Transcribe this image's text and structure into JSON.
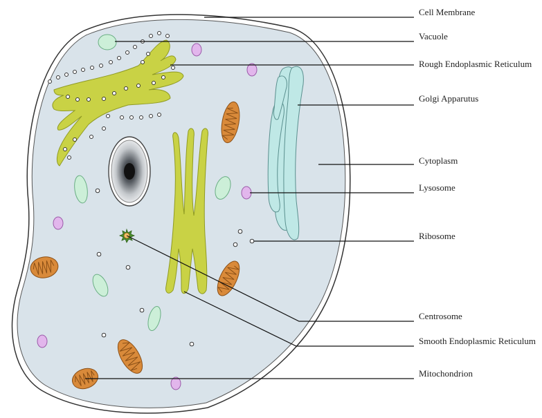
{
  "labels": {
    "cell_membrane": "Cell Membrane",
    "vacuole": "Vacuole",
    "rough_er": "Rough Endoplasmic Reticulum",
    "golgi": "Golgi Apparutus",
    "cytoplasm": "Cytoplasm",
    "lysosome": "Lysosome",
    "ribosome": "Ribosome",
    "centrosome": "Centrosome",
    "smooth_er": "Smooth Endoplasmic Reticulum",
    "mitochondrion": "Mitochondrion"
  },
  "colors": {
    "cytoplasm": "#d9e3ea",
    "membrane": "#333333",
    "er": "#c9d245",
    "er_outline": "#8f9a22",
    "vacuole": "#ccefd8",
    "lysosome": "#e2b6ec",
    "mitochondrion": "#d98a3a",
    "golgi": "#bfe8e6",
    "nucleus": "#bdbdbd"
  }
}
